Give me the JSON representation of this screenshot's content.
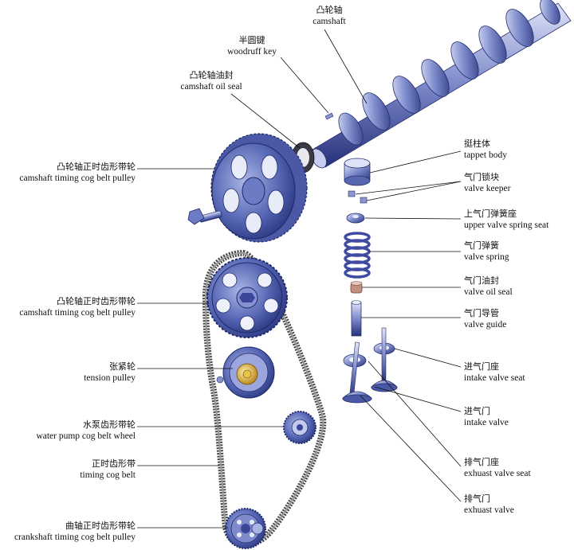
{
  "labels": {
    "camshaft": {
      "zh": "凸轮轴",
      "en": "camshaft"
    },
    "woodruff_key": {
      "zh": "半圆键",
      "en": "woodruff key"
    },
    "camshaft_oil_seal": {
      "zh": "凸轮轴油封",
      "en": "camshaft oil seal"
    },
    "cam_pulley_top": {
      "zh": "凸轮轴正时齿形带轮",
      "en": "camshaft timing cog belt pulley"
    },
    "cam_pulley_mid": {
      "zh": "凸轮轴正时齿形带轮",
      "en": "camshaft timing cog belt pulley"
    },
    "tension_pulley": {
      "zh": "张紧轮",
      "en": "tension pulley"
    },
    "water_pump_wheel": {
      "zh": "水泵齿形带轮",
      "en": "water pump cog belt wheel"
    },
    "timing_belt": {
      "zh": "正时齿形带",
      "en": "timing cog belt"
    },
    "crankshaft_pulley": {
      "zh": "曲轴正时齿形带轮",
      "en": "crankshaft timing cog belt pulley"
    },
    "tappet_body": {
      "zh": "挺柱体",
      "en": "tappet body"
    },
    "valve_keeper": {
      "zh": "气门锁块",
      "en": "valve keeper"
    },
    "upper_spring_seat": {
      "zh": "上气门弹簧座",
      "en": "upper valve spring seat"
    },
    "valve_spring": {
      "zh": "气门弹簧",
      "en": "valve spring"
    },
    "valve_oil_seal": {
      "zh": "气门油封",
      "en": "valve oil seal"
    },
    "valve_guide": {
      "zh": "气门导管",
      "en": "valve guide"
    },
    "intake_valve_seat": {
      "zh": "进气门座",
      "en": "intake valve seat"
    },
    "intake_valve": {
      "zh": "进气门",
      "en": "intake valve"
    },
    "exhaust_valve_seat": {
      "zh": "排气门座",
      "en": "exhuast valve seat"
    },
    "exhaust_valve": {
      "zh": "排气门",
      "en": "exhuast valve"
    }
  },
  "colors": {
    "metal_dark": "#2d3a8c",
    "metal_mid": "#6f7fc4",
    "metal_light": "#d9def5",
    "belt": "#555555",
    "brass": "#d9a520",
    "seal_rubber": "#b87c6e"
  }
}
